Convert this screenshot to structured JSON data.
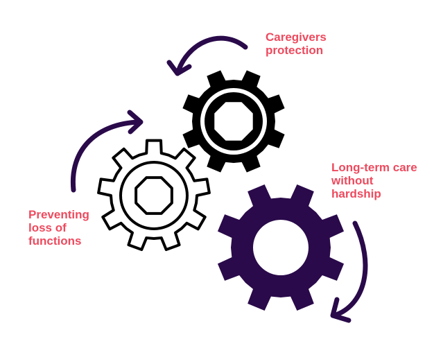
{
  "labels": {
    "caregivers": [
      "Caregivers",
      "protection"
    ],
    "long_term": [
      "Long-term care",
      "without",
      "hardship"
    ],
    "preventing": [
      "Preventing",
      "loss of",
      "functions"
    ]
  },
  "colors": {
    "label_text": "#ee4a5e",
    "arrow": "#2a0a4a",
    "gear_black": "#000000",
    "gear_outline": "#000000",
    "gear_purple": "#2a0a4a",
    "background": "#ffffff"
  },
  "icons": [
    "curved-arrow-icon",
    "gear-icon"
  ]
}
